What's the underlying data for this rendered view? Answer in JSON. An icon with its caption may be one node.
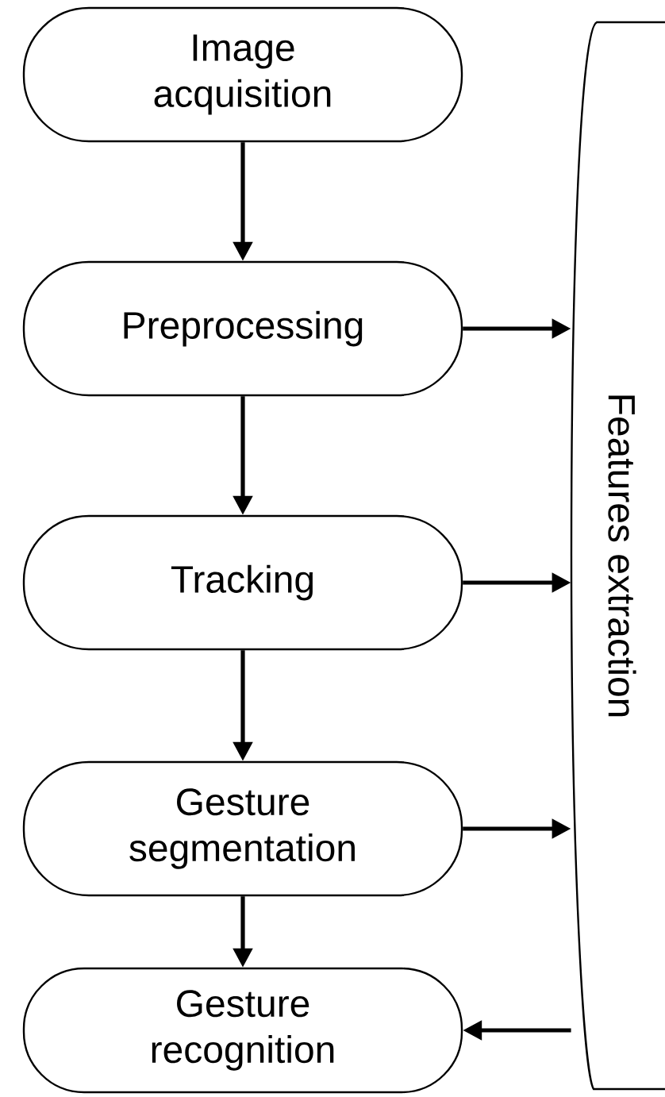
{
  "diagram": {
    "nodes": [
      {
        "text": [
          "Image acquisition"
        ]
      },
      {
        "text": [
          "Preprocessing"
        ]
      },
      {
        "text": [
          "Tracking"
        ]
      },
      {
        "text": [
          "Gesture segmentation"
        ]
      },
      {
        "text": [
          "Gesture recognition"
        ]
      },
      {
        "text": [
          "Features extraction"
        ]
      }
    ],
    "edges": [
      {
        "from": 0,
        "to": 1,
        "arrow": "to"
      },
      {
        "from": 1,
        "to": 2,
        "arrow": "to"
      },
      {
        "from": 2,
        "to": 3,
        "arrow": "to"
      },
      {
        "from": 3,
        "to": 4,
        "arrow": "to"
      },
      {
        "from": 1,
        "to": 5,
        "arrow": "to"
      },
      {
        "from": 2,
        "to": 5,
        "arrow": "to"
      },
      {
        "from": 3,
        "to": 5,
        "arrow": "to"
      },
      {
        "from": 5,
        "to": 4,
        "arrow": "to"
      }
    ]
  }
}
